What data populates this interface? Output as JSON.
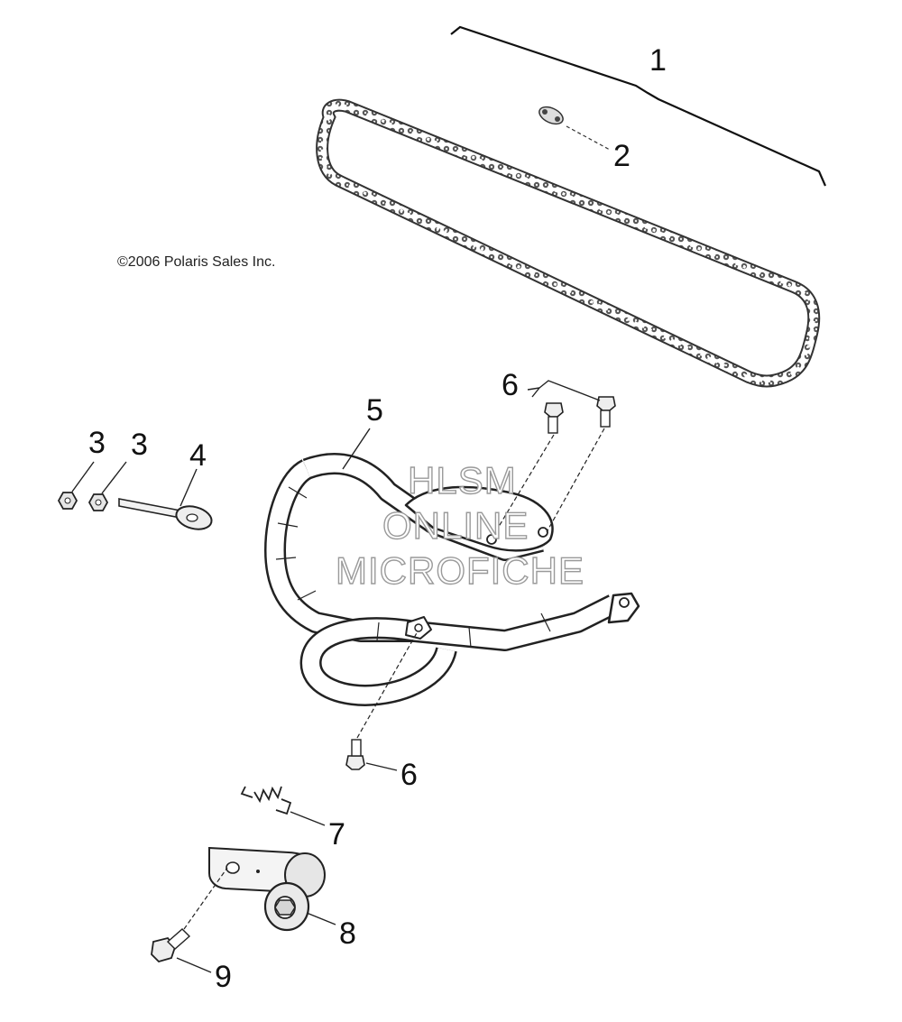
{
  "copyright": "©2006 Polaris Sales Inc.",
  "watermark": [
    "HLSM",
    "ONLINE",
    "MICROFICHE"
  ],
  "callouts": [
    "1",
    "2",
    "3",
    "3",
    "4",
    "5",
    "6",
    "6",
    "7",
    "8",
    "9"
  ],
  "parts": [
    "drive-chain",
    "master-link",
    "nut",
    "nut",
    "adjuster-bolt",
    "chain-guard-bracket",
    "bolt",
    "bolt",
    "spring",
    "tensioner-roller",
    "bolt"
  ]
}
